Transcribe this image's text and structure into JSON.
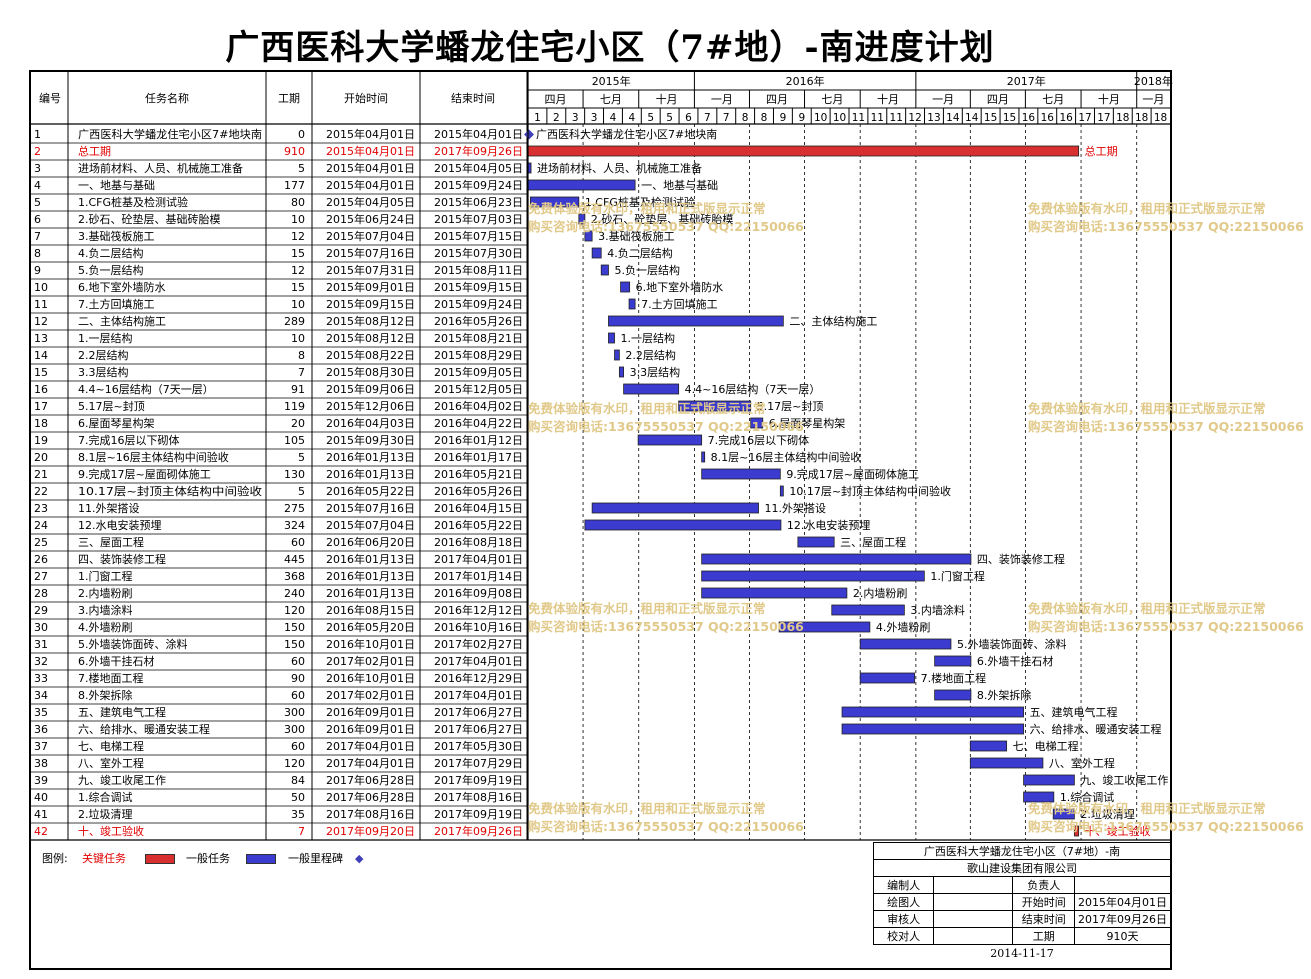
{
  "title": "广西医科大学蟠龙住宅小区（7#地）-南进度计划",
  "columns": {
    "no": "编号",
    "name": "任务名称",
    "dur": "工期",
    "start": "开始时间",
    "end": "结束时间"
  },
  "timeline": {
    "years": [
      {
        "label": "2015年",
        "from": "2015-04-01",
        "to": "2016-01-01"
      },
      {
        "label": "2016年",
        "from": "2016-01-01",
        "to": "2017-01-01"
      },
      {
        "label": "2017年",
        "from": "2017-01-01",
        "to": "2018-01-01"
      },
      {
        "label": "2018年",
        "from": "2018-01-01",
        "to": "2018-02-25"
      }
    ],
    "quarters": [
      {
        "label": "四月",
        "from": "2015-04-01",
        "to": "2015-07-01"
      },
      {
        "label": "七月",
        "from": "2015-07-01",
        "to": "2015-10-01"
      },
      {
        "label": "十月",
        "from": "2015-10-01",
        "to": "2016-01-01"
      },
      {
        "label": "一月",
        "from": "2016-01-01",
        "to": "2016-04-01"
      },
      {
        "label": "四月",
        "from": "2016-04-01",
        "to": "2016-07-01"
      },
      {
        "label": "七月",
        "from": "2016-07-01",
        "to": "2016-10-01"
      },
      {
        "label": "十月",
        "from": "2016-10-01",
        "to": "2017-01-01"
      },
      {
        "label": "一月",
        "from": "2017-01-01",
        "to": "2017-04-01"
      },
      {
        "label": "四月",
        "from": "2017-04-01",
        "to": "2017-07-01"
      },
      {
        "label": "七月",
        "from": "2017-07-01",
        "to": "2017-10-01"
      },
      {
        "label": "十月",
        "from": "2017-10-01",
        "to": "2018-01-01"
      },
      {
        "label": "一月",
        "from": "2018-01-01",
        "to": "2018-02-25"
      }
    ],
    "months": [
      "1",
      "2",
      "3",
      "3",
      "4",
      "4",
      "5",
      "5",
      "6",
      "7",
      "7",
      "8",
      "8",
      "9",
      "9",
      "10",
      "10",
      "11",
      "11",
      "11",
      "12",
      "13",
      "14",
      "14",
      "15",
      "15",
      "16",
      "16",
      "16",
      "17",
      "17",
      "18",
      "18",
      "18"
    ]
  },
  "chart_data": {
    "type": "bar",
    "x_range": [
      "2015-04-01",
      "2018-02-25"
    ],
    "tasks": [
      {
        "id": "1",
        "name": "广西医科大学蟠龙住宅小区7#地块南",
        "duration": 0,
        "start": "2015年04月01日",
        "end": "2015年04月01日",
        "start_date": "2015-04-01",
        "end_date": "2015-04-01",
        "kind": "milestone",
        "label": "广西医科大学蟠龙住宅小区7#地块南"
      },
      {
        "id": "2",
        "name": "总工期",
        "duration": 910,
        "start": "2015年04月01日",
        "end": "2017年09月26日",
        "start_date": "2015-04-01",
        "end_date": "2017-09-26",
        "kind": "critical",
        "label": "总工期"
      },
      {
        "id": "3",
        "name": "进场前材料、人员、机械施工准备",
        "duration": 5,
        "start": "2015年04月01日",
        "end": "2015年04月05日",
        "start_date": "2015-04-01",
        "end_date": "2015-04-05",
        "kind": "normal",
        "label": "进场前材料、人员、机械施工准备"
      },
      {
        "id": "4",
        "name": "一、地基与基础",
        "duration": 177,
        "start": "2015年04月01日",
        "end": "2015年09月24日",
        "start_date": "2015-04-01",
        "end_date": "2015-09-24",
        "kind": "normal",
        "label": "一、地基与基础"
      },
      {
        "id": "5",
        "name": "1.CFG桩基及检测试验",
        "duration": 80,
        "start": "2015年04月05日",
        "end": "2015年06月23日",
        "start_date": "2015-04-05",
        "end_date": "2015-06-23",
        "kind": "normal",
        "label": "1.CFG桩基及检测试验"
      },
      {
        "id": "6",
        "name": "2.砂石、砼垫层、基础砖胎模",
        "duration": 10,
        "start": "2015年06月24日",
        "end": "2015年07月03日",
        "start_date": "2015-06-24",
        "end_date": "2015-07-03",
        "kind": "normal",
        "label": "2.砂石、砼垫层、基础砖胎模"
      },
      {
        "id": "7",
        "name": "3.基础筏板施工",
        "duration": 12,
        "start": "2015年07月04日",
        "end": "2015年07月15日",
        "start_date": "2015-07-04",
        "end_date": "2015-07-15",
        "kind": "normal",
        "label": "3.基础筏板施工"
      },
      {
        "id": "8",
        "name": "4.负二层结构",
        "duration": 15,
        "start": "2015年07月16日",
        "end": "2015年07月30日",
        "start_date": "2015-07-16",
        "end_date": "2015-07-30",
        "kind": "normal",
        "label": "4.负二层结构"
      },
      {
        "id": "9",
        "name": "5.负一层结构",
        "duration": 12,
        "start": "2015年07月31日",
        "end": "2015年08月11日",
        "start_date": "2015-07-31",
        "end_date": "2015-08-11",
        "kind": "normal",
        "label": "5.负一层结构"
      },
      {
        "id": "10",
        "name": "6.地下室外墙防水",
        "duration": 15,
        "start": "2015年09月01日",
        "end": "2015年09月15日",
        "start_date": "2015-09-01",
        "end_date": "2015-09-15",
        "kind": "normal",
        "label": "6.地下室外墙防水"
      },
      {
        "id": "11",
        "name": "7.土方回填施工",
        "duration": 10,
        "start": "2015年09月15日",
        "end": "2015年09月24日",
        "start_date": "2015-09-15",
        "end_date": "2015-09-24",
        "kind": "normal",
        "label": "7.土方回填施工"
      },
      {
        "id": "12",
        "name": "二、主体结构施工",
        "duration": 289,
        "start": "2015年08月12日",
        "end": "2016年05月26日",
        "start_date": "2015-08-12",
        "end_date": "2016-05-26",
        "kind": "normal",
        "label": "二、主体结构施工"
      },
      {
        "id": "13",
        "name": "1.一层结构",
        "duration": 10,
        "start": "2015年08月12日",
        "end": "2015年08月21日",
        "start_date": "2015-08-12",
        "end_date": "2015-08-21",
        "kind": "normal",
        "label": "1.一层结构"
      },
      {
        "id": "14",
        "name": "2.2层结构",
        "duration": 8,
        "start": "2015年08月22日",
        "end": "2015年08月29日",
        "start_date": "2015-08-22",
        "end_date": "2015-08-29",
        "kind": "normal",
        "label": "2.2层结构"
      },
      {
        "id": "15",
        "name": "3.3层结构",
        "duration": 7,
        "start": "2015年08月30日",
        "end": "2015年09月05日",
        "start_date": "2015-08-30",
        "end_date": "2015-09-05",
        "kind": "normal",
        "label": "3.3层结构"
      },
      {
        "id": "16",
        "name": "4.4~16层结构（7天一层）",
        "duration": 91,
        "start": "2015年09月06日",
        "end": "2015年12月05日",
        "start_date": "2015-09-06",
        "end_date": "2015-12-05",
        "kind": "normal",
        "label": "4.4~16层结构（7天一层）"
      },
      {
        "id": "17",
        "name": "5.17层~封顶",
        "duration": 119,
        "start": "2015年12月06日",
        "end": "2016年04月02日",
        "start_date": "2015-12-06",
        "end_date": "2016-04-02",
        "kind": "normal",
        "label": "5.17层~封顶"
      },
      {
        "id": "18",
        "name": "6.屋面琴星构架",
        "duration": 20,
        "start": "2016年04月03日",
        "end": "2016年04月22日",
        "start_date": "2016-04-03",
        "end_date": "2016-04-22",
        "kind": "normal",
        "label": "6.屋面琴星构架"
      },
      {
        "id": "19",
        "name": "7.完成16层以下砌体",
        "duration": 105,
        "start": "2015年09月30日",
        "end": "2016年01月12日",
        "start_date": "2015-09-30",
        "end_date": "2016-01-12",
        "kind": "normal",
        "label": "7.完成16层以下砌体"
      },
      {
        "id": "20",
        "name": "8.1层~16层主体结构中间验收",
        "duration": 5,
        "start": "2016年01月13日",
        "end": "2016年01月17日",
        "start_date": "2016-01-13",
        "end_date": "2016-01-17",
        "kind": "normal",
        "label": "8.1层~16层主体结构中间验收"
      },
      {
        "id": "21",
        "name": "9.完成17层~屋面砌体施工",
        "duration": 130,
        "start": "2016年01月13日",
        "end": "2016年05月21日",
        "start_date": "2016-01-13",
        "end_date": "2016-05-21",
        "kind": "normal",
        "label": "9.完成17层~屋面砌体施工"
      },
      {
        "id": "22",
        "name": "10.17层~封顶主体结构中间验收",
        "duration": 5,
        "start": "2016年05月22日",
        "end": "2016年05月26日",
        "start_date": "2016-05-22",
        "end_date": "2016-05-26",
        "kind": "normal",
        "label": "10.17层~封顶主体结构中间验收"
      },
      {
        "id": "23",
        "name": "11.外架搭设",
        "duration": 275,
        "start": "2015年07月16日",
        "end": "2016年04月15日",
        "start_date": "2015-07-16",
        "end_date": "2016-04-15",
        "kind": "normal",
        "label": "11.外架搭设"
      },
      {
        "id": "24",
        "name": "12.水电安装预埋",
        "duration": 324,
        "start": "2015年07月04日",
        "end": "2016年05月22日",
        "start_date": "2015-07-04",
        "end_date": "2016-05-22",
        "kind": "normal",
        "label": "12.水电安装预埋"
      },
      {
        "id": "25",
        "name": "三、屋面工程",
        "duration": 60,
        "start": "2016年06月20日",
        "end": "2016年08月18日",
        "start_date": "2016-06-20",
        "end_date": "2016-08-18",
        "kind": "normal",
        "label": "三、屋面工程"
      },
      {
        "id": "26",
        "name": "四、装饰装修工程",
        "duration": 445,
        "start": "2016年01月13日",
        "end": "2017年04月01日",
        "start_date": "2016-01-13",
        "end_date": "2017-04-01",
        "kind": "normal",
        "label": "四、装饰装修工程"
      },
      {
        "id": "27",
        "name": "1.门窗工程",
        "duration": 368,
        "start": "2016年01月13日",
        "end": "2017年01月14日",
        "start_date": "2016-01-13",
        "end_date": "2017-01-14",
        "kind": "normal",
        "label": "1.门窗工程"
      },
      {
        "id": "28",
        "name": "2.内墙粉刷",
        "duration": 240,
        "start": "2016年01月13日",
        "end": "2016年09月08日",
        "start_date": "2016-01-13",
        "end_date": "2016-09-08",
        "kind": "normal",
        "label": "2.内墙粉刷"
      },
      {
        "id": "29",
        "name": "3.内墙涂料",
        "duration": 120,
        "start": "2016年08月15日",
        "end": "2016年12月12日",
        "start_date": "2016-08-15",
        "end_date": "2016-12-12",
        "kind": "normal",
        "label": "3.内墙涂料"
      },
      {
        "id": "30",
        "name": "4.外墙粉刷",
        "duration": 150,
        "start": "2016年05月20日",
        "end": "2016年10月16日",
        "start_date": "2016-05-20",
        "end_date": "2016-10-16",
        "kind": "normal",
        "label": "4.外墙粉刷"
      },
      {
        "id": "31",
        "name": "5.外墙装饰面砖、涂料",
        "duration": 150,
        "start": "2016年10月01日",
        "end": "2017年02月27日",
        "start_date": "2016-10-01",
        "end_date": "2017-02-27",
        "kind": "normal",
        "label": "5.外墙装饰面砖、涂料"
      },
      {
        "id": "32",
        "name": "6.外墙干挂石材",
        "duration": 60,
        "start": "2017年02月01日",
        "end": "2017年04月01日",
        "start_date": "2017-02-01",
        "end_date": "2017-04-01",
        "kind": "normal",
        "label": "6.外墙干挂石材"
      },
      {
        "id": "33",
        "name": "7.楼地面工程",
        "duration": 90,
        "start": "2016年10月01日",
        "end": "2016年12月29日",
        "start_date": "2016-10-01",
        "end_date": "2016-12-29",
        "kind": "normal",
        "label": "7.楼地面工程"
      },
      {
        "id": "34",
        "name": "8.外架拆除",
        "duration": 60,
        "start": "2017年02月01日",
        "end": "2017年04月01日",
        "start_date": "2017-02-01",
        "end_date": "2017-04-01",
        "kind": "normal",
        "label": "8.外架拆除"
      },
      {
        "id": "35",
        "name": "五、建筑电气工程",
        "duration": 300,
        "start": "2016年09月01日",
        "end": "2017年06月27日",
        "start_date": "2016-09-01",
        "end_date": "2017-06-27",
        "kind": "normal",
        "label": "五、建筑电气工程"
      },
      {
        "id": "36",
        "name": "六、给排水、暖通安装工程",
        "duration": 300,
        "start": "2016年09月01日",
        "end": "2017年06月27日",
        "start_date": "2016-09-01",
        "end_date": "2017-06-27",
        "kind": "normal",
        "label": "六、给排水、暖通安装工程"
      },
      {
        "id": "37",
        "name": "七、电梯工程",
        "duration": 60,
        "start": "2017年04月01日",
        "end": "2017年05月30日",
        "start_date": "2017-04-01",
        "end_date": "2017-05-30",
        "kind": "normal",
        "label": "七、电梯工程"
      },
      {
        "id": "38",
        "name": "八、室外工程",
        "duration": 120,
        "start": "2017年04月01日",
        "end": "2017年07月29日",
        "start_date": "2017-04-01",
        "end_date": "2017-07-29",
        "kind": "normal",
        "label": "八、室外工程"
      },
      {
        "id": "39",
        "name": "九、竣工收尾工作",
        "duration": 84,
        "start": "2017年06月28日",
        "end": "2017年09月19日",
        "start_date": "2017-06-28",
        "end_date": "2017-09-19",
        "kind": "normal",
        "label": "九、竣工收尾工作"
      },
      {
        "id": "40",
        "name": "1.综合调试",
        "duration": 50,
        "start": "2017年06月28日",
        "end": "2017年08月16日",
        "start_date": "2017-06-28",
        "end_date": "2017-08-16",
        "kind": "normal",
        "label": "1.综合调试"
      },
      {
        "id": "41",
        "name": "2.垃圾清理",
        "duration": 35,
        "start": "2017年08月16日",
        "end": "2017年09月19日",
        "start_date": "2017-08-16",
        "end_date": "2017-09-19",
        "kind": "normal",
        "label": "2.垃圾清理"
      },
      {
        "id": "42",
        "name": "十、竣工验收",
        "duration": 7,
        "start": "2017年09月20日",
        "end": "2017年09月26日",
        "start_date": "2017-09-20",
        "end_date": "2017-09-26",
        "kind": "critical",
        "label": "十、竣工验收"
      }
    ]
  },
  "watermark": {
    "line1": "免费体验版有水印，租用和正式版显示正常",
    "line2": "购买咨询电话:13675550537 QQ:22150066"
  },
  "legend": {
    "title": "图例:",
    "critical": "关键任务",
    "normal": "一般任务",
    "milestone": "一般里程碑"
  },
  "info": {
    "project": "广西医科大学蟠龙住宅小区（7#地）-南",
    "company": "歌山建设集团有限公司",
    "editor": "编制人",
    "leader": "负责人",
    "drawer": "绘图人",
    "start_label": "开始时间",
    "start_value": "2015年04月01日",
    "reviewer": "审核人",
    "end_label": "结束时间",
    "end_value": "2017年09月26日",
    "checker": "校对人",
    "dur_label": "工期",
    "dur_value": "910天",
    "date": "2014-11-17"
  },
  "colors": {
    "normal_fill": "#3b3bd0",
    "critical_fill": "#d83030",
    "critical_text": "#e00000",
    "milestone": "#3f3fb8",
    "grid": "#000000",
    "watermark": "#e1c98a"
  }
}
